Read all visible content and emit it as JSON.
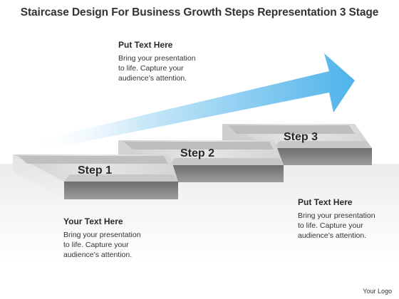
{
  "title": "Staircase Design For Business Growth Steps Representation 3 Stage",
  "steps": [
    {
      "label": "Step 1"
    },
    {
      "label": "Step 2"
    },
    {
      "label": "Step 3"
    }
  ],
  "text_blocks": [
    {
      "heading": "Put Text Here",
      "lines": [
        "Bring your presentation",
        "to life. Capture your",
        "audience’s attention."
      ]
    },
    {
      "heading": "Your Text Here",
      "lines": [
        "Bring your presentation",
        "to life. Capture your",
        "audience’s attention."
      ]
    },
    {
      "heading": "Put Text Here",
      "lines": [
        "Bring your presentation",
        "to life. Capture your",
        "audience’s attention."
      ]
    }
  ],
  "logo": "Your Logo",
  "colors": {
    "arrow": "#4fb3ea",
    "step_top": "#d9d9d9",
    "step_inner": "#808080",
    "text": "#333333"
  }
}
